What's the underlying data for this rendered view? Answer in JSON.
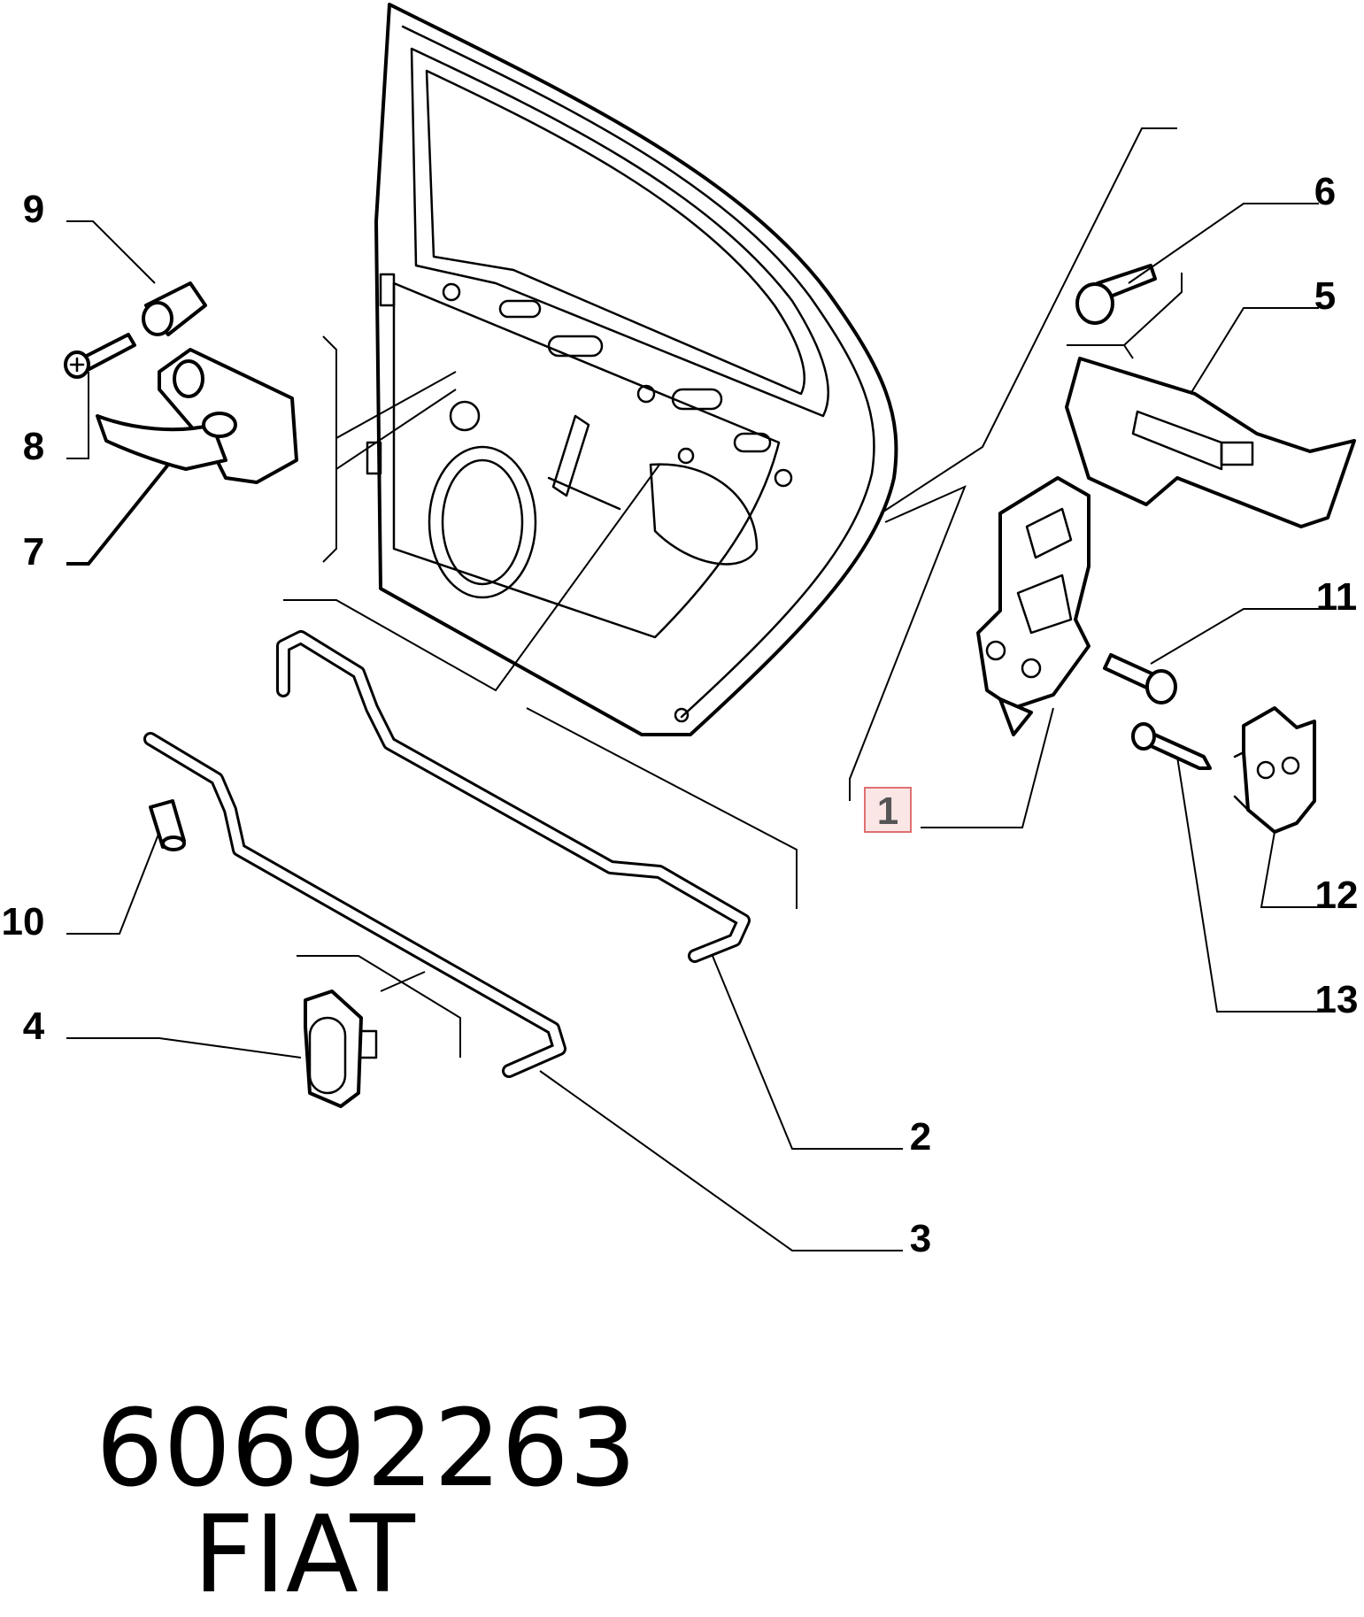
{
  "callouts": [
    {
      "id": "1",
      "text": "1"
    },
    {
      "id": "2",
      "text": "2"
    },
    {
      "id": "3",
      "text": "3"
    },
    {
      "id": "4",
      "text": "4"
    },
    {
      "id": "5",
      "text": "5"
    },
    {
      "id": "6",
      "text": "6"
    },
    {
      "id": "7",
      "text": "7"
    },
    {
      "id": "8",
      "text": "8"
    },
    {
      "id": "9",
      "text": "9"
    },
    {
      "id": "10",
      "text": "10"
    },
    {
      "id": "11",
      "text": "11"
    },
    {
      "id": "12",
      "text": "12"
    },
    {
      "id": "13",
      "text": "13"
    }
  ],
  "highlight": {
    "callout": "1",
    "border_color": "#e07070",
    "fill_color": "#fbe6e6"
  },
  "footer": {
    "part_number": "60692263",
    "brand": "FIAT"
  }
}
